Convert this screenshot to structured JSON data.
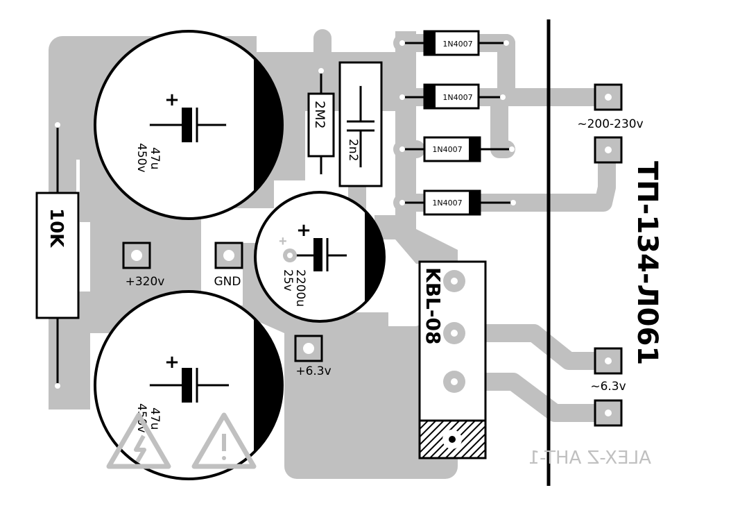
{
  "board": {
    "title": "ТП-134-Л061",
    "signature": "ALEX-Z AHT-1"
  },
  "pads": {
    "plus320": "+320v",
    "gnd": "GND",
    "plus63": "+6.3v",
    "ac_in": "~200-230v",
    "ac_out": "~6.3v"
  },
  "components": {
    "r_10k": "10K",
    "r_2m2": "2M2",
    "c_2n2": "2n2",
    "c1_plus": "+",
    "c1_val": "47u",
    "c1_volt": "450v",
    "c2_plus": "+",
    "c2_val": "47u",
    "c2_volt": "450v",
    "c3_plus": "+",
    "c3_val": "2200u",
    "c3_volt": "25v",
    "bridge": "KBL-08",
    "diodes": [
      "1N4007",
      "1N4007",
      "1N4007",
      "1N4007"
    ]
  },
  "colors": {
    "copper": "#c0c0c0",
    "ink": "#000000",
    "pad": "#ffffff"
  },
  "icons": [
    "high-voltage-warning-icon",
    "caution-warning-icon"
  ]
}
